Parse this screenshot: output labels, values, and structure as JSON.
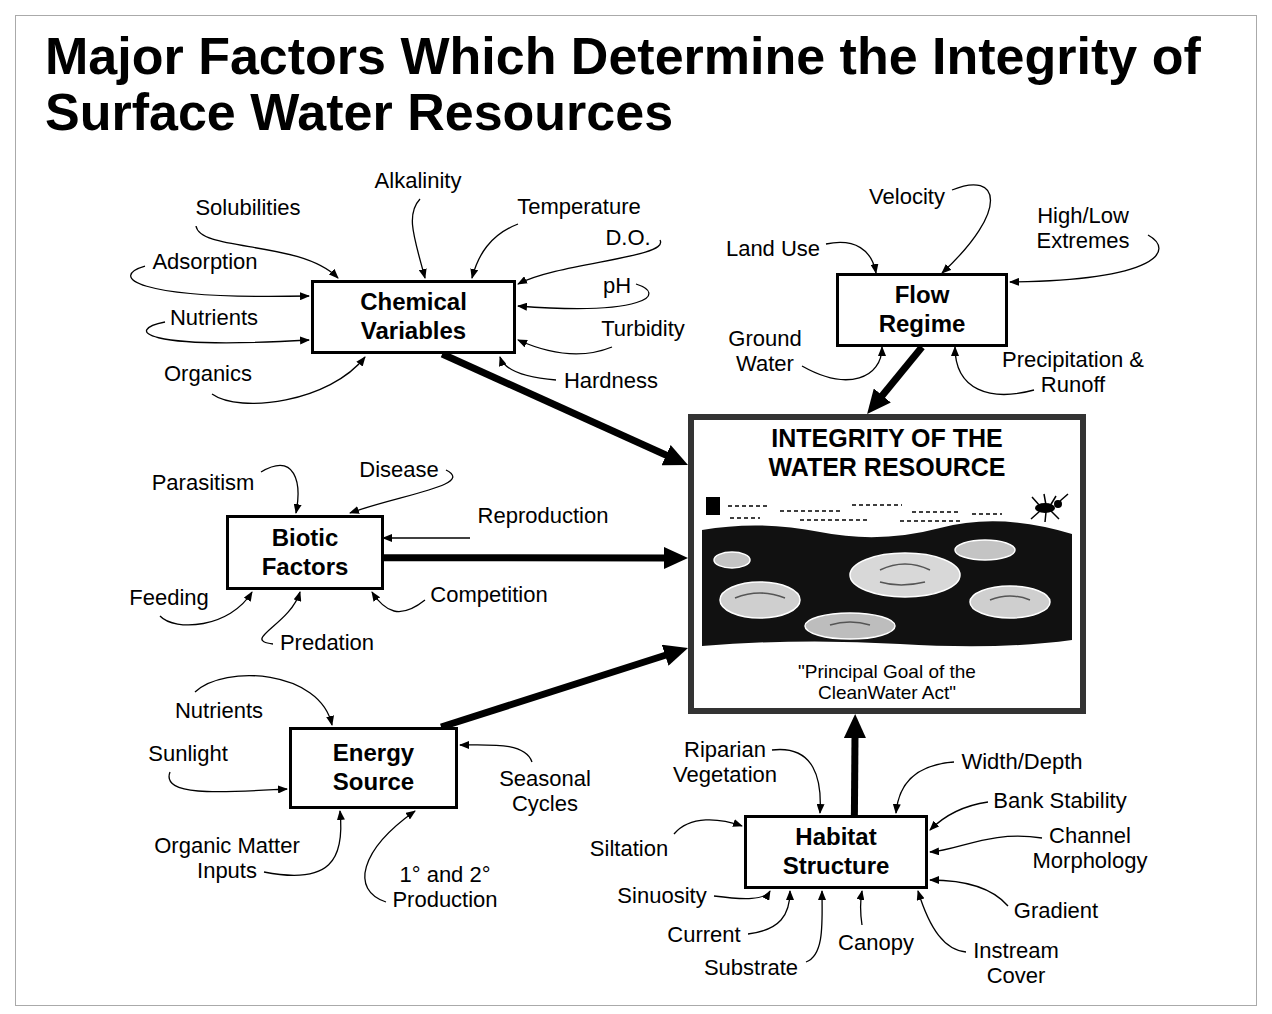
{
  "diagram": {
    "title": "Major Factors Which Determine the Integrity of Surface Water Resources",
    "nodes": [
      {
        "text": [
          "Chemical Variables"
        ]
      },
      {
        "text": [
          "Flow Regime"
        ]
      },
      {
        "text": [
          "INTEGRITY OF THE WATER RESOURCE",
          "\"Principal Goal of the CleanWater Act\""
        ]
      },
      {
        "text": [
          "Biotic Factors"
        ]
      },
      {
        "text": [
          "Energy Source"
        ]
      },
      {
        "text": [
          "Habitat Structure"
        ]
      }
    ],
    "edges": [
      {
        "from": 0,
        "to": 2,
        "arrow": "to"
      },
      {
        "from": 1,
        "to": 2,
        "arrow": "to"
      },
      {
        "from": 3,
        "to": 2,
        "arrow": "to"
      },
      {
        "from": 4,
        "to": 2,
        "arrow": "to"
      },
      {
        "from": 5,
        "to": 2,
        "arrow": "to"
      }
    ],
    "labels": [
      "Solubilities",
      "Alkalinity",
      "Temperature",
      "D.O.",
      "Adsorption",
      "pH",
      "Nutrients",
      "Turbidity",
      "Organics",
      "Hardness",
      "Velocity",
      "Land Use",
      "High/Low Extremes",
      "Ground Water",
      "Precipitation & Runoff",
      "Parasitism",
      "Disease",
      "Reproduction",
      "Feeding",
      "Competition",
      "Predation",
      "Nutrients",
      "Sunlight",
      "Seasonal Cycles",
      "Organic Matter Inputs",
      "1° and 2° Production",
      "Riparian Vegetation",
      "Width/Depth",
      "Bank Stability",
      "Siltation",
      "Channel Morphology",
      "Sinuosity",
      "Gradient",
      "Current",
      "Canopy",
      "Instream Cover",
      "Substrate"
    ]
  }
}
